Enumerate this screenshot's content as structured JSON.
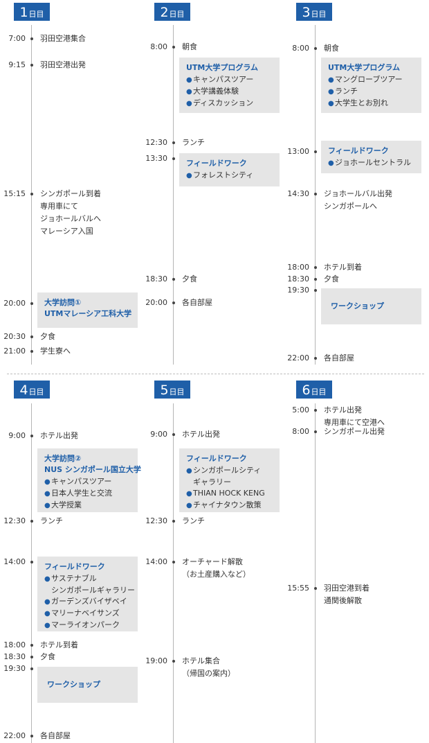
{
  "colors": {
    "accent": "#1f5fa8",
    "box": "#e5e5e5",
    "line": "#b5b5b5"
  },
  "days": [
    {
      "num": "1",
      "unit": "日目",
      "entries": [
        {
          "time": "7:00",
          "text": [
            "羽田空港集合"
          ]
        },
        {
          "time": "9:15",
          "text": [
            "羽田空港出発"
          ]
        },
        {
          "time": "15:15",
          "text": [
            "シンガポール到着",
            "専用車にて",
            "ジョホールバルへ",
            "マレーシア入国"
          ]
        },
        {
          "time": "20:00",
          "box": {
            "title": [
              "大学訪問①",
              "UTMマレーシア工科大学"
            ],
            "items": []
          }
        },
        {
          "time": "20:30",
          "text": [
            "夕食"
          ]
        },
        {
          "time": "21:00",
          "text": [
            "学生寮へ"
          ]
        }
      ]
    },
    {
      "num": "2",
      "unit": "日目",
      "entries": [
        {
          "time": "8:00",
          "text": [
            "朝食"
          ]
        },
        {
          "box": {
            "title": [
              "UTM大学プログラム"
            ],
            "items": [
              [
                "キャンパスツアー"
              ],
              [
                "大学講義体験"
              ],
              [
                "ディスカッション"
              ]
            ]
          }
        },
        {
          "time": "12:30",
          "text": [
            "ランチ"
          ]
        },
        {
          "time": "13:30",
          "box": {
            "title": [
              "フィールドワーク"
            ],
            "items": [
              [
                "フォレストシティ"
              ]
            ]
          }
        },
        {
          "time": "18:30",
          "text": [
            "夕食"
          ]
        },
        {
          "time": "20:00",
          "text": [
            "各自部屋"
          ]
        }
      ]
    },
    {
      "num": "3",
      "unit": "日目",
      "entries": [
        {
          "time": "8:00",
          "text": [
            "朝食"
          ]
        },
        {
          "box": {
            "title": [
              "UTM大学プログラム"
            ],
            "items": [
              [
                "マングローブツアー"
              ],
              [
                "ランチ"
              ],
              [
                "大学生とお別れ"
              ]
            ]
          }
        },
        {
          "time": "13:00",
          "box": {
            "title": [
              "フィールドワーク"
            ],
            "items": [
              [
                "ジョホールセントラル"
              ]
            ]
          }
        },
        {
          "time": "14:30",
          "text": [
            "ジョホールバル出発",
            "シンガポールへ"
          ]
        },
        {
          "time": "18:00",
          "text": [
            "ホテル到着"
          ]
        },
        {
          "time": "18:30",
          "text": [
            "夕食"
          ]
        },
        {
          "time": "19:30",
          "box": {
            "title": [
              "ワークショップ"
            ],
            "items": []
          }
        },
        {
          "time": "22:00",
          "text": [
            "各自部屋"
          ]
        }
      ]
    },
    {
      "num": "4",
      "unit": "日目",
      "entries": [
        {
          "time": "9:00",
          "text": [
            "ホテル出発"
          ]
        },
        {
          "box": {
            "title": [
              "大学訪問②",
              "NUS シンガポール国立大学"
            ],
            "items": [
              [
                "キャンパスツアー"
              ],
              [
                "日本人学生と交流"
              ],
              [
                "大学授業"
              ]
            ]
          }
        },
        {
          "time": "12:30",
          "text": [
            "ランチ"
          ]
        },
        {
          "time": "14:00",
          "box": {
            "title": [
              "フィールドワーク"
            ],
            "items": [
              [
                "サステナブル",
                "シンガポールギャラリー"
              ],
              [
                "ガーデンズバイザベイ"
              ],
              [
                "マリーナベイサンズ"
              ],
              [
                "マーライオンパーク"
              ]
            ]
          }
        },
        {
          "time": "18:00",
          "text": [
            "ホテル到着"
          ]
        },
        {
          "time": "18:30",
          "text": [
            "夕食"
          ]
        },
        {
          "time": "19:30",
          "box": {
            "title": [
              "ワークショップ"
            ],
            "items": []
          }
        },
        {
          "time": "22:00",
          "text": [
            "各自部屋"
          ]
        }
      ]
    },
    {
      "num": "5",
      "unit": "日目",
      "entries": [
        {
          "time": "9:00",
          "text": [
            "ホテル出発"
          ]
        },
        {
          "box": {
            "title": [
              "フィールドワーク"
            ],
            "items": [
              [
                "シンガポールシティ",
                "ギャラリー"
              ],
              [
                "THIAN HOCK KENG"
              ],
              [
                "チャイナタウン散策"
              ]
            ]
          }
        },
        {
          "time": "12:30",
          "text": [
            "ランチ"
          ]
        },
        {
          "time": "14:00",
          "text": [
            "オーチャード解散",
            "（お土産購入など）"
          ]
        },
        {
          "time": "19:00",
          "text": [
            "ホテル集合",
            "（帰国の案内）"
          ]
        }
      ]
    },
    {
      "num": "6",
      "unit": "日目",
      "entries": [
        {
          "time": "5:00",
          "text": [
            "ホテル出発",
            "専用車にて空港へ"
          ]
        },
        {
          "time": "8:00",
          "text": [
            "シンガポール出発"
          ]
        },
        {
          "time": "15:55",
          "text": [
            "羽田空港到着",
            "通関後解散"
          ]
        }
      ]
    }
  ]
}
